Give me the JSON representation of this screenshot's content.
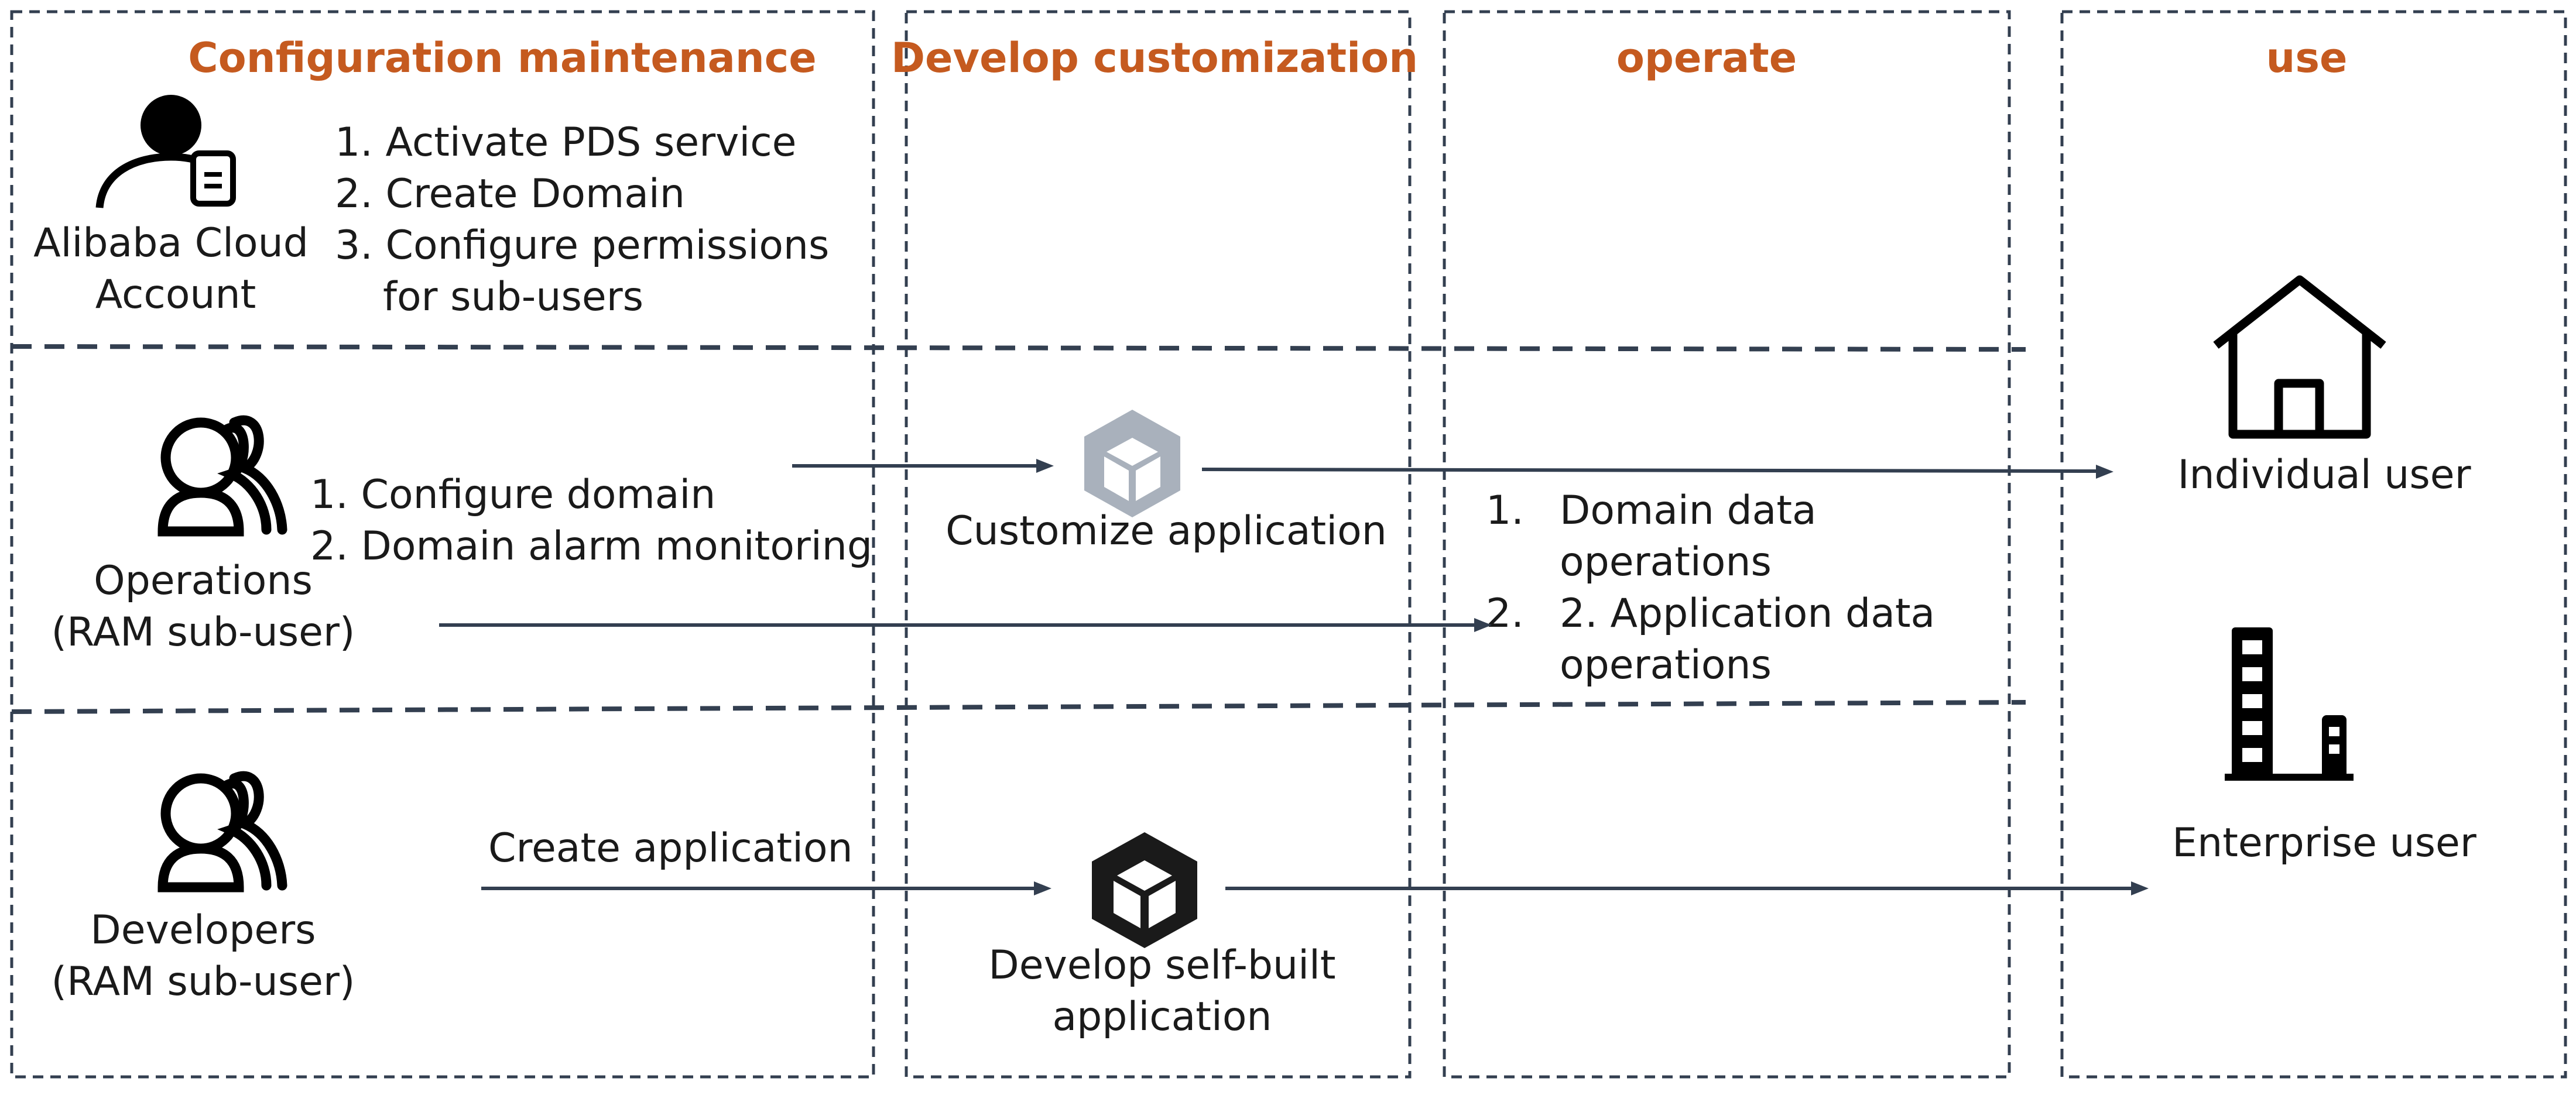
{
  "columns": {
    "config": "Configuration maintenance",
    "develop": "Develop customization",
    "operate": "operate",
    "use": "use"
  },
  "roles": {
    "account_line1": "Alibaba Cloud",
    "account_line2": "Account",
    "ops_line1": "Operations",
    "ops_line2": "(RAM sub-user)",
    "dev_line1": "Developers",
    "dev_line2": "(RAM sub-user)"
  },
  "account_steps": {
    "step1": "1. Activate PDS service",
    "step2": "2. Create Domain",
    "step3_line1": "3. Configure permissions",
    "step3_line2": "for sub-users"
  },
  "ops_steps": {
    "step1": "1. Configure domain",
    "step2": "2. Domain alarm monitoring"
  },
  "develop": {
    "customize_app": "Customize application",
    "create_app": "Create application",
    "self_built_line1": "Develop self-built",
    "self_built_line2": "application"
  },
  "operate": {
    "item1_num": "1.",
    "item1_line1": "Domain data",
    "item1_line2": "operations",
    "item2_num": "2.",
    "item2_line1": "2. Application data",
    "item2_line2": "operations"
  },
  "use": {
    "individual": "Individual user",
    "enterprise": "Enterprise user"
  },
  "icons": {
    "account": "user-with-document-icon",
    "operations": "user-group-icon",
    "developers": "user-group-icon",
    "customize_app": "cube-app-icon",
    "self_built_app": "cube-app-icon",
    "individual": "house-icon",
    "enterprise": "office-building-icon"
  },
  "colors": {
    "heading": "#c55a1f",
    "line": "#333f50",
    "cube_light": "#a9b1bc"
  }
}
